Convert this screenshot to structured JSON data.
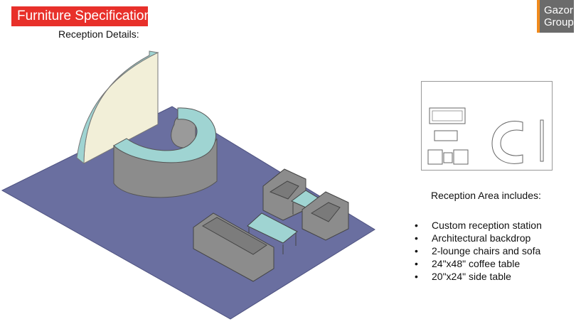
{
  "header": {
    "title": "Furniture Specification",
    "subtitle": "Reception Details:"
  },
  "logo": {
    "line1": "Gazor",
    "line2": "Group",
    "bg_color": "#6b6b6b",
    "accent_color": "#f08a1c"
  },
  "colors": {
    "banner": "#e8302a",
    "floor": "#6a6fa0",
    "counter_top": "#9fd4d2",
    "furniture": "#8c8c8c",
    "backdrop": "#f2efd8"
  },
  "includes": {
    "heading": "Reception Area includes:",
    "items": [
      "Custom reception station",
      "Architectural backdrop",
      "2-lounge chairs and sofa",
      "24\"x48\" coffee table",
      "20\"x24\" side table"
    ]
  }
}
